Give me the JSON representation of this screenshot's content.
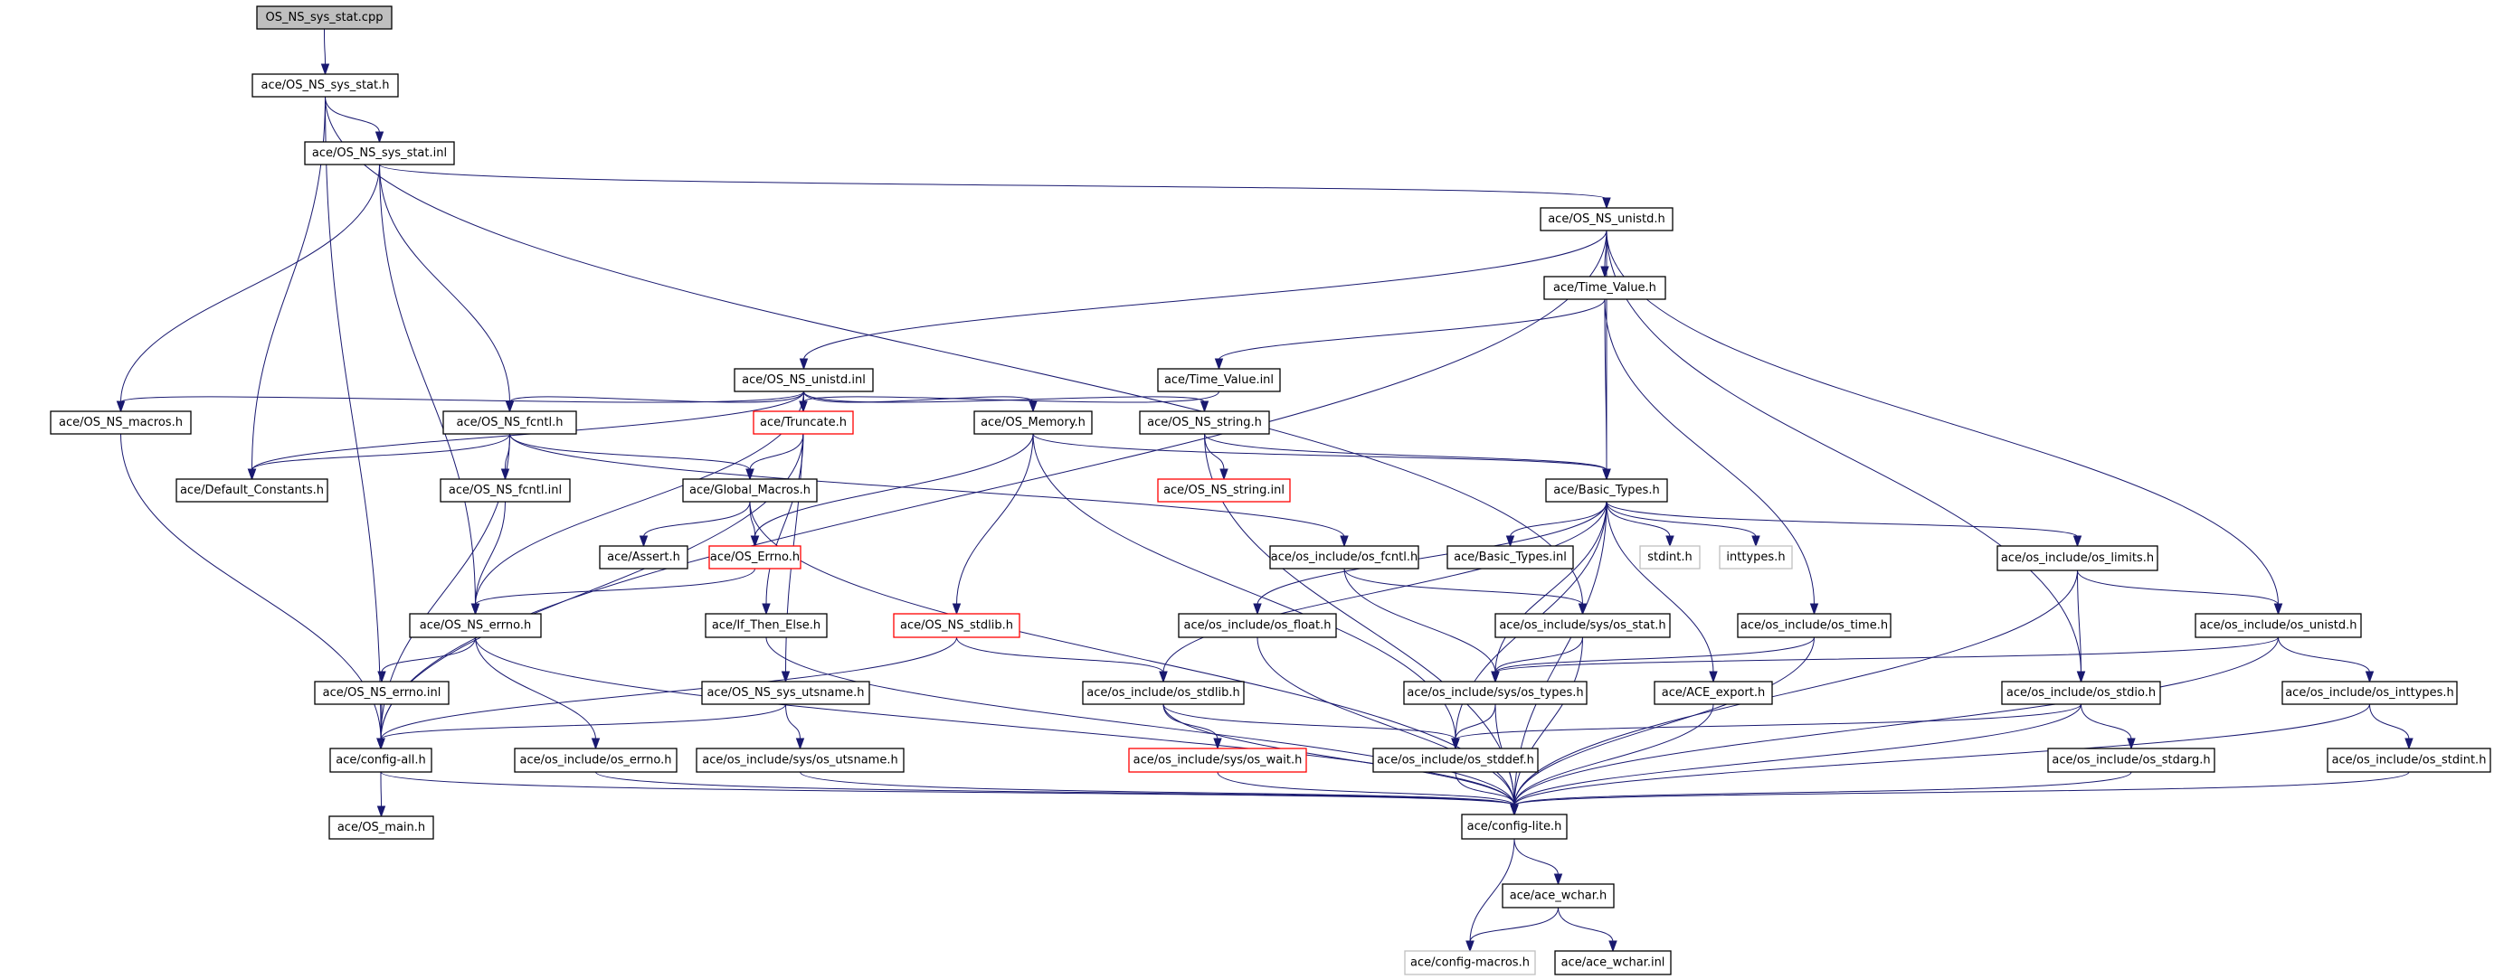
{
  "title": "OS_NS_sys_stat.cpp include dependency graph",
  "colors": {
    "edge": "#191970",
    "node_border": "#000000",
    "root_fill": "#bfbfbf",
    "missing_border": "#bfbfbf",
    "truncated_border": "#ff0000"
  },
  "nodes": [
    {
      "id": "cpp",
      "label": "OS_NS_sys_stat.cpp",
      "kind": "root"
    },
    {
      "id": "sys_stat_h",
      "label": "ace/OS_NS_sys_stat.h",
      "kind": "normal"
    },
    {
      "id": "sys_stat_inl",
      "label": "ace/OS_NS_sys_stat.inl",
      "kind": "normal"
    },
    {
      "id": "unistd_h",
      "label": "ace/OS_NS_unistd.h",
      "kind": "normal"
    },
    {
      "id": "time_value_h",
      "label": "ace/Time_Value.h",
      "kind": "normal"
    },
    {
      "id": "unistd_inl",
      "label": "ace/OS_NS_unistd.inl",
      "kind": "normal"
    },
    {
      "id": "time_value_inl",
      "label": "ace/Time_Value.inl",
      "kind": "normal"
    },
    {
      "id": "macros_h",
      "label": "ace/OS_NS_macros.h",
      "kind": "normal"
    },
    {
      "id": "fcntl_h",
      "label": "ace/OS_NS_fcntl.h",
      "kind": "normal"
    },
    {
      "id": "truncate_h",
      "label": "ace/Truncate.h",
      "kind": "truncated"
    },
    {
      "id": "os_memory_h",
      "label": "ace/OS_Memory.h",
      "kind": "normal"
    },
    {
      "id": "string_h",
      "label": "ace/OS_NS_string.h",
      "kind": "normal"
    },
    {
      "id": "default_constants_h",
      "label": "ace/Default_Constants.h",
      "kind": "normal"
    },
    {
      "id": "fcntl_inl",
      "label": "ace/OS_NS_fcntl.inl",
      "kind": "normal"
    },
    {
      "id": "global_macros_h",
      "label": "ace/Global_Macros.h",
      "kind": "normal"
    },
    {
      "id": "string_inl",
      "label": "ace/OS_NS_string.inl",
      "kind": "truncated"
    },
    {
      "id": "basic_types_h",
      "label": "ace/Basic_Types.h",
      "kind": "normal"
    },
    {
      "id": "assert_h",
      "label": "ace/Assert.h",
      "kind": "normal"
    },
    {
      "id": "os_errno_h",
      "label": "ace/OS_Errno.h",
      "kind": "truncated"
    },
    {
      "id": "inc_os_fcntl_h",
      "label": "ace/os_include/os_fcntl.h",
      "kind": "normal"
    },
    {
      "id": "basic_types_inl",
      "label": "ace/Basic_Types.inl",
      "kind": "normal"
    },
    {
      "id": "stdint_h",
      "label": "stdint.h",
      "kind": "missing"
    },
    {
      "id": "inttypes_h",
      "label": "inttypes.h",
      "kind": "missing"
    },
    {
      "id": "inc_os_limits_h",
      "label": "ace/os_include/os_limits.h",
      "kind": "normal"
    },
    {
      "id": "ns_errno_h",
      "label": "ace/OS_NS_errno.h",
      "kind": "normal"
    },
    {
      "id": "if_then_else_h",
      "label": "ace/If_Then_Else.h",
      "kind": "normal"
    },
    {
      "id": "stdlib_h",
      "label": "ace/OS_NS_stdlib.h",
      "kind": "truncated"
    },
    {
      "id": "inc_os_float_h",
      "label": "ace/os_include/os_float.h",
      "kind": "normal"
    },
    {
      "id": "inc_sys_os_stat_h",
      "label": "ace/os_include/sys/os_stat.h",
      "kind": "normal"
    },
    {
      "id": "inc_os_time_h",
      "label": "ace/os_include/os_time.h",
      "kind": "normal"
    },
    {
      "id": "inc_os_unistd_h",
      "label": "ace/os_include/os_unistd.h",
      "kind": "normal"
    },
    {
      "id": "ns_errno_inl",
      "label": "ace/OS_NS_errno.inl",
      "kind": "normal"
    },
    {
      "id": "utsname_h",
      "label": "ace/OS_NS_sys_utsname.h",
      "kind": "normal"
    },
    {
      "id": "inc_os_stdlib_h",
      "label": "ace/os_include/os_stdlib.h",
      "kind": "normal"
    },
    {
      "id": "inc_sys_os_types_h",
      "label": "ace/os_include/sys/os_types.h",
      "kind": "normal"
    },
    {
      "id": "ace_export_h",
      "label": "ace/ACE_export.h",
      "kind": "normal"
    },
    {
      "id": "inc_os_stdio_h",
      "label": "ace/os_include/os_stdio.h",
      "kind": "normal"
    },
    {
      "id": "inc_os_inttypes_h",
      "label": "ace/os_include/os_inttypes.h",
      "kind": "normal"
    },
    {
      "id": "config_all_h",
      "label": "ace/config-all.h",
      "kind": "normal"
    },
    {
      "id": "inc_os_errno_h",
      "label": "ace/os_include/os_errno.h",
      "kind": "normal"
    },
    {
      "id": "inc_sys_os_utsname_h",
      "label": "ace/os_include/sys/os_utsname.h",
      "kind": "normal"
    },
    {
      "id": "inc_sys_os_wait_h",
      "label": "ace/os_include/sys/os_wait.h",
      "kind": "truncated"
    },
    {
      "id": "inc_os_stddef_h",
      "label": "ace/os_include/os_stddef.h",
      "kind": "normal"
    },
    {
      "id": "inc_os_stdarg_h",
      "label": "ace/os_include/os_stdarg.h",
      "kind": "normal"
    },
    {
      "id": "inc_os_stdint_h",
      "label": "ace/os_include/os_stdint.h",
      "kind": "normal"
    },
    {
      "id": "os_main_h",
      "label": "ace/OS_main.h",
      "kind": "normal"
    },
    {
      "id": "config_lite_h",
      "label": "ace/config-lite.h",
      "kind": "normal"
    },
    {
      "id": "ace_wchar_h",
      "label": "ace/ace_wchar.h",
      "kind": "normal"
    },
    {
      "id": "config_macros_h",
      "label": "ace/config-macros.h",
      "kind": "missing"
    },
    {
      "id": "ace_wchar_inl",
      "label": "ace/ace_wchar.inl",
      "kind": "normal"
    }
  ],
  "edges": [
    [
      "cpp",
      "sys_stat_h"
    ],
    [
      "sys_stat_h",
      "sys_stat_inl"
    ],
    [
      "sys_stat_h",
      "config_all_h"
    ],
    [
      "sys_stat_h",
      "default_constants_h"
    ],
    [
      "sys_stat_h",
      "inc_sys_os_stat_h"
    ],
    [
      "sys_stat_inl",
      "unistd_h"
    ],
    [
      "sys_stat_inl",
      "macros_h"
    ],
    [
      "sys_stat_inl",
      "fcntl_h"
    ],
    [
      "sys_stat_inl",
      "ns_errno_h"
    ],
    [
      "unistd_h",
      "time_value_h"
    ],
    [
      "unistd_h",
      "unistd_inl"
    ],
    [
      "unistd_h",
      "basic_types_h"
    ],
    [
      "unistd_h",
      "config_all_h"
    ],
    [
      "unistd_h",
      "inc_os_unistd_h"
    ],
    [
      "unistd_h",
      "inc_os_stdio_h"
    ],
    [
      "time_value_h",
      "time_value_inl"
    ],
    [
      "time_value_h",
      "basic_types_h"
    ],
    [
      "time_value_h",
      "inc_os_time_h"
    ],
    [
      "time_value_inl",
      "truncate_h"
    ],
    [
      "unistd_inl",
      "macros_h"
    ],
    [
      "unistd_inl",
      "fcntl_h"
    ],
    [
      "unistd_inl",
      "truncate_h"
    ],
    [
      "unistd_inl",
      "os_memory_h"
    ],
    [
      "unistd_inl",
      "string_h"
    ],
    [
      "unistd_inl",
      "default_constants_h"
    ],
    [
      "unistd_inl",
      "ns_errno_h"
    ],
    [
      "unistd_inl",
      "utsname_h"
    ],
    [
      "macros_h",
      "config_all_h"
    ],
    [
      "fcntl_h",
      "default_constants_h"
    ],
    [
      "fcntl_h",
      "fcntl_inl"
    ],
    [
      "fcntl_h",
      "global_macros_h"
    ],
    [
      "fcntl_h",
      "inc_os_fcntl_h"
    ],
    [
      "fcntl_h",
      "config_all_h"
    ],
    [
      "truncate_h",
      "global_macros_h"
    ],
    [
      "truncate_h",
      "if_then_else_h"
    ],
    [
      "truncate_h",
      "config_all_h"
    ],
    [
      "os_memory_h",
      "os_errno_h"
    ],
    [
      "os_memory_h",
      "basic_types_h"
    ],
    [
      "os_memory_h",
      "stdlib_h"
    ],
    [
      "os_memory_h",
      "inc_os_stddef_h"
    ],
    [
      "string_h",
      "string_inl"
    ],
    [
      "string_h",
      "basic_types_h"
    ],
    [
      "string_h",
      "config_lite_h"
    ],
    [
      "fcntl_inl",
      "ns_errno_h"
    ],
    [
      "global_macros_h",
      "assert_h"
    ],
    [
      "global_macros_h",
      "os_errno_h"
    ],
    [
      "global_macros_h",
      "config_lite_h"
    ],
    [
      "basic_types_h",
      "basic_types_inl"
    ],
    [
      "basic_types_h",
      "stdint_h"
    ],
    [
      "basic_types_h",
      "inttypes_h"
    ],
    [
      "basic_types_h",
      "inc_os_limits_h"
    ],
    [
      "basic_types_h",
      "inc_os_float_h"
    ],
    [
      "basic_types_h",
      "inc_os_stdlib_h"
    ],
    [
      "basic_types_h",
      "inc_sys_os_types_h"
    ],
    [
      "basic_types_h",
      "inc_os_stddef_h"
    ],
    [
      "basic_types_h",
      "ace_export_h"
    ],
    [
      "basic_types_h",
      "config_lite_h"
    ],
    [
      "os_errno_h",
      "ns_errno_h"
    ],
    [
      "inc_os_fcntl_h",
      "inc_sys_os_stat_h"
    ],
    [
      "inc_os_fcntl_h",
      "inc_sys_os_types_h"
    ],
    [
      "inc_os_limits_h",
      "inc_os_unistd_h"
    ],
    [
      "inc_os_limits_h",
      "inc_os_stdio_h"
    ],
    [
      "inc_os_limits_h",
      "config_lite_h"
    ],
    [
      "ns_errno_h",
      "ns_errno_inl"
    ],
    [
      "ns_errno_h",
      "inc_os_errno_h"
    ],
    [
      "ns_errno_h",
      "config_lite_h"
    ],
    [
      "if_then_else_h",
      "config_lite_h"
    ],
    [
      "stdlib_h",
      "inc_os_stdlib_h"
    ],
    [
      "stdlib_h",
      "config_all_h"
    ],
    [
      "inc_os_float_h",
      "config_lite_h"
    ],
    [
      "inc_sys_os_stat_h",
      "inc_sys_os_types_h"
    ],
    [
      "inc_sys_os_stat_h",
      "config_lite_h"
    ],
    [
      "inc_os_time_h",
      "inc_sys_os_types_h"
    ],
    [
      "inc_os_time_h",
      "config_lite_h"
    ],
    [
      "inc_os_unistd_h",
      "inc_sys_os_types_h"
    ],
    [
      "inc_os_unistd_h",
      "inc_os_inttypes_h"
    ],
    [
      "inc_os_unistd_h",
      "config_lite_h"
    ],
    [
      "ns_errno_inl",
      "config_all_h"
    ],
    [
      "utsname_h",
      "inc_sys_os_utsname_h"
    ],
    [
      "utsname_h",
      "config_all_h"
    ],
    [
      "inc_os_stdlib_h",
      "inc_sys_os_wait_h"
    ],
    [
      "inc_os_stdlib_h",
      "inc_os_stddef_h"
    ],
    [
      "inc_os_stdlib_h",
      "config_lite_h"
    ],
    [
      "inc_sys_os_types_h",
      "inc_os_stddef_h"
    ],
    [
      "inc_sys_os_types_h",
      "config_lite_h"
    ],
    [
      "ace_export_h",
      "config_lite_h"
    ],
    [
      "inc_os_stdio_h",
      "inc_os_stdarg_h"
    ],
    [
      "inc_os_stdio_h",
      "inc_os_stddef_h"
    ],
    [
      "inc_os_stdio_h",
      "config_lite_h"
    ],
    [
      "inc_os_inttypes_h",
      "inc_os_stdint_h"
    ],
    [
      "inc_os_inttypes_h",
      "config_lite_h"
    ],
    [
      "config_all_h",
      "os_main_h"
    ],
    [
      "config_all_h",
      "config_lite_h"
    ],
    [
      "inc_os_errno_h",
      "config_lite_h"
    ],
    [
      "inc_sys_os_utsname_h",
      "config_lite_h"
    ],
    [
      "inc_sys_os_wait_h",
      "config_lite_h"
    ],
    [
      "inc_os_stddef_h",
      "config_lite_h"
    ],
    [
      "inc_os_stdarg_h",
      "config_lite_h"
    ],
    [
      "inc_os_stdint_h",
      "config_lite_h"
    ],
    [
      "config_lite_h",
      "ace_wchar_h"
    ],
    [
      "config_lite_h",
      "config_macros_h"
    ],
    [
      "ace_wchar_h",
      "config_macros_h"
    ],
    [
      "ace_wchar_h",
      "ace_wchar_inl"
    ]
  ]
}
